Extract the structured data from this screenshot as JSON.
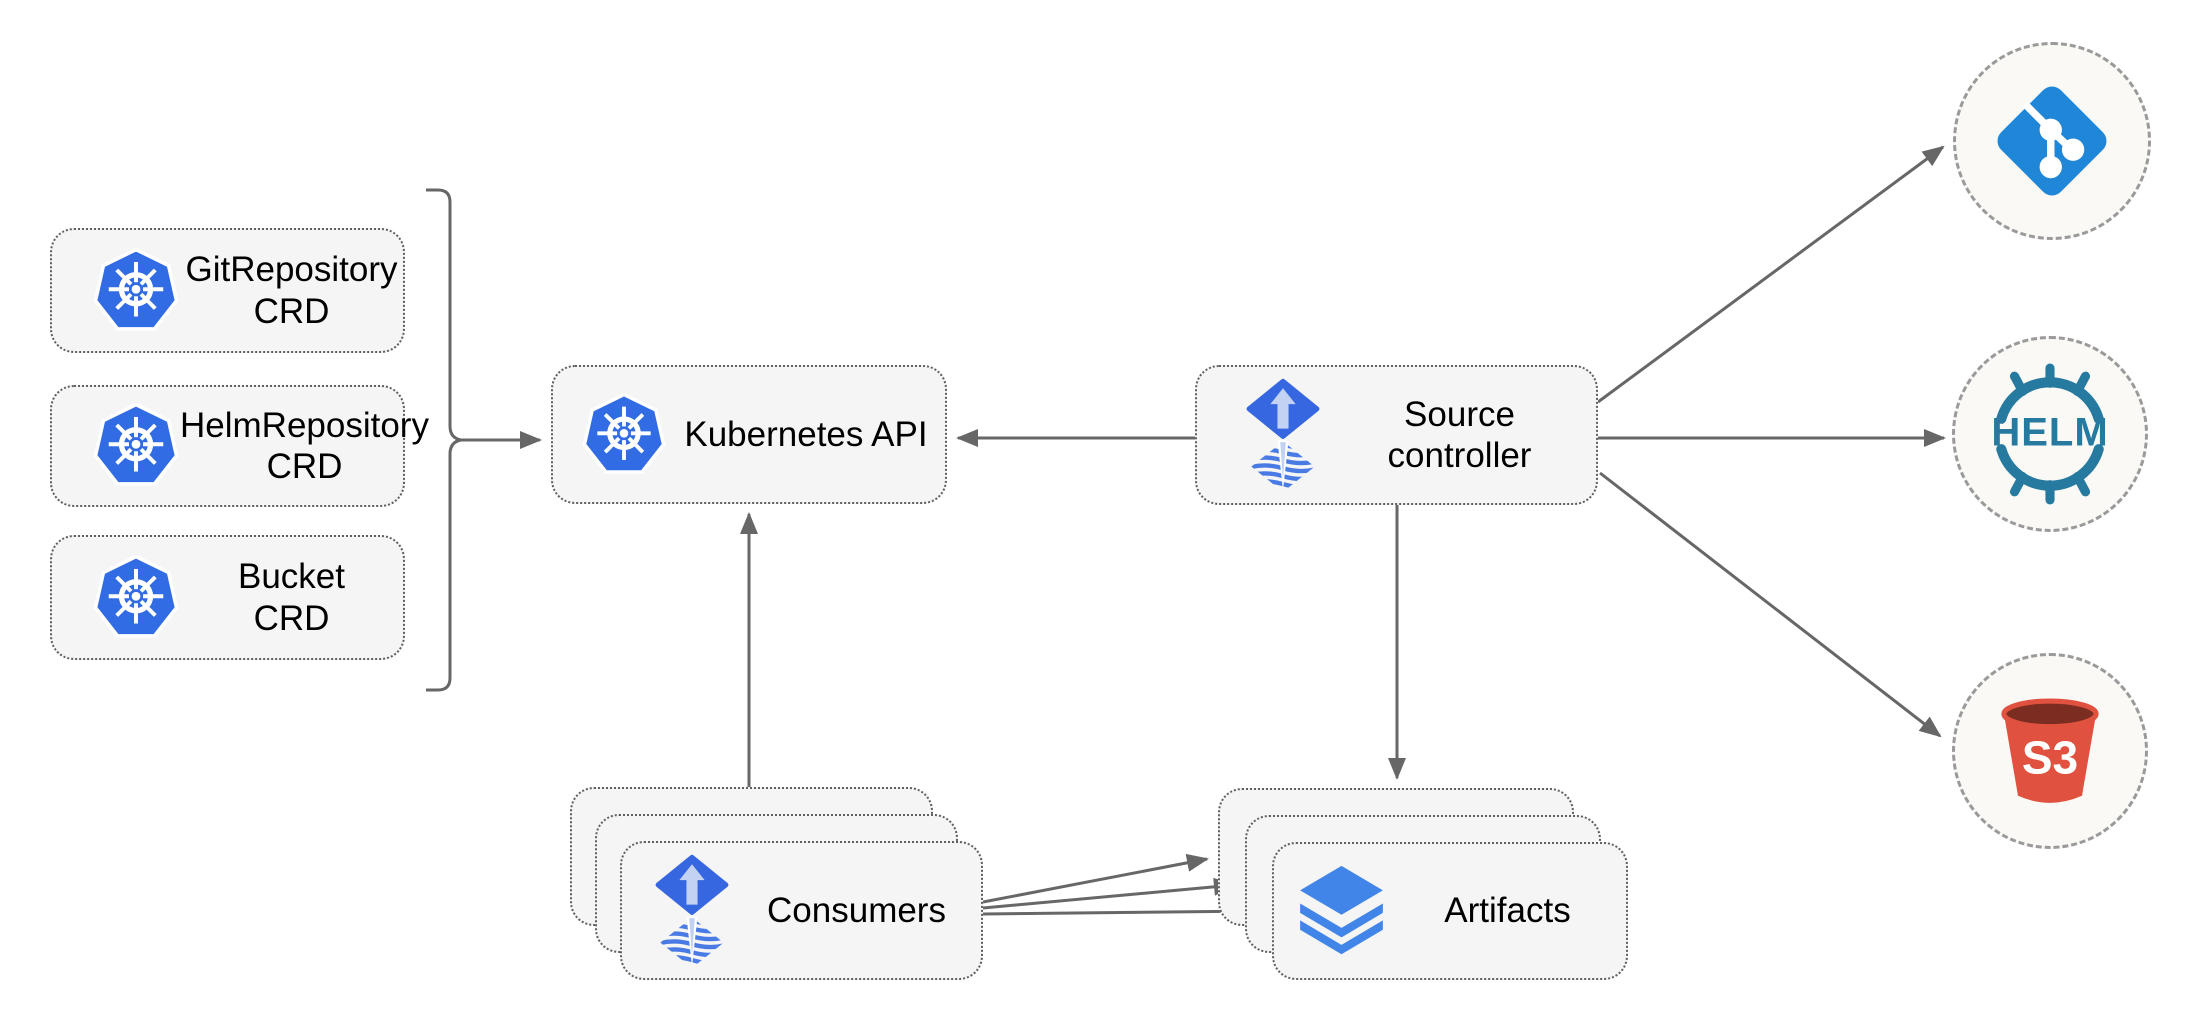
{
  "colors": {
    "box_fill": "#F5F5F5",
    "box_border": "#5F5F5F",
    "circle_fill": "#FAF9F6",
    "circle_border": "#9A9A9A",
    "arrow": "#676767",
    "text": "#000000",
    "kubernetes_blue": "#326CE5",
    "flux_blue": "#3667E0",
    "flux_light": "#C3D2F2",
    "flux_stripe": "#4A7BE4",
    "layers_blue": "#4285E8",
    "git_blue": "#2086D8",
    "helm_teal": "#277A9F",
    "s3_red": "#E0523F",
    "s3_dark": "#7B2D21"
  },
  "nodes": {
    "crd": [
      {
        "label": "GitRepository\nCRD"
      },
      {
        "label": "HelmRepository\nCRD"
      },
      {
        "label": "Bucket\nCRD"
      }
    ],
    "kubernetes_api": {
      "label": "Kubernetes API"
    },
    "source_controller": {
      "label": "Source\ncontroller"
    },
    "consumers": {
      "label": "Consumers"
    },
    "artifacts": {
      "label": "Artifacts"
    }
  },
  "externals": {
    "git": {
      "icon": "git-icon"
    },
    "helm": {
      "icon": "helm-wheel-icon",
      "label": "HELM"
    },
    "s3": {
      "icon": "s3-bucket-icon",
      "label": "S3"
    }
  }
}
